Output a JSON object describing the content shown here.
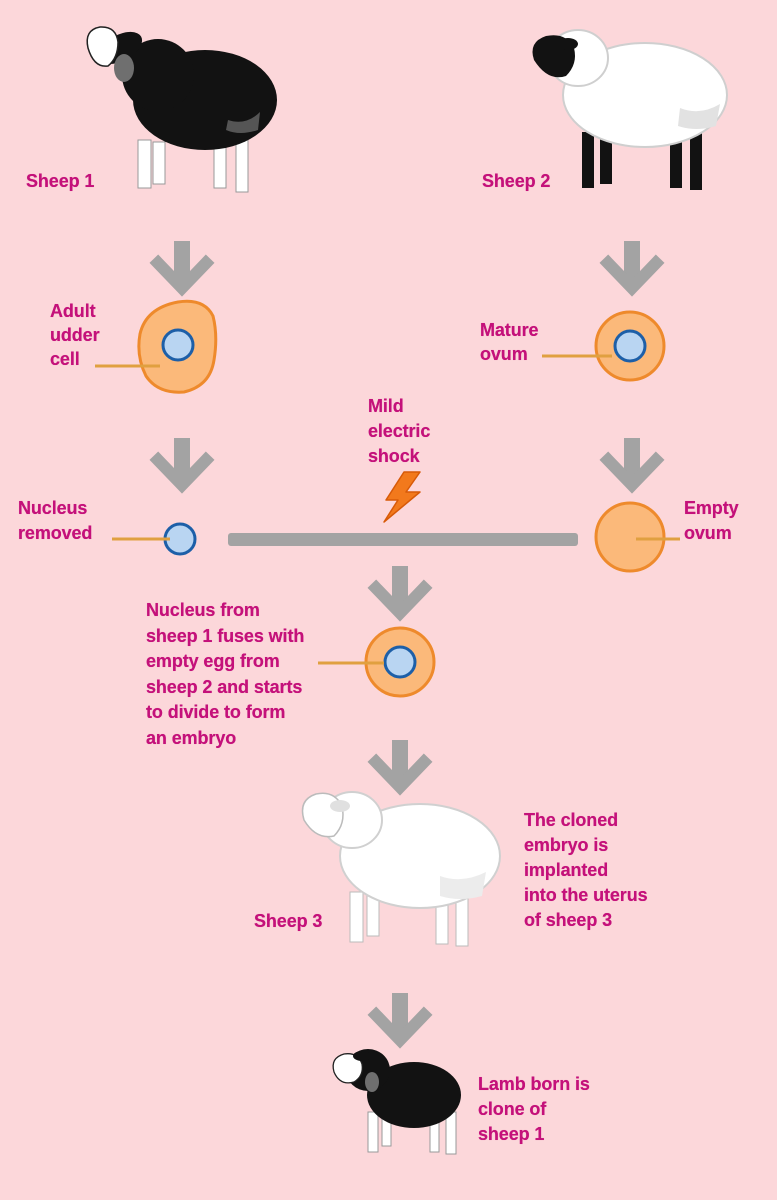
{
  "labels": {
    "sheep1": "Sheep 1",
    "sheep2": "Sheep 2",
    "adult_udder_cell": "Adult\nudder\ncell",
    "mature_ovum": "Mature\novum",
    "mild_electric_shock": "Mild\nelectric\nshock",
    "nucleus_removed": "Nucleus\nremoved",
    "empty_ovum": "Empty\novum",
    "fusion_step": "Nucleus from\nsheep 1 fuses with\nempty egg from\nsheep 2 and starts\nto divide to form\nan embryo",
    "implant_step": "The cloned\nembryo is\nimplanted\ninto the uterus\nof sheep 3",
    "sheep3": "Sheep 3",
    "lamb_clone": "Lamb born is\nclone of\nsheep 1"
  },
  "colors": {
    "background": "#fcd7da",
    "label_text": "#c4117a",
    "arrow": "#a3a3a3",
    "cell_fill": "#fbb97a",
    "cell_outline": "#ee8a2c",
    "nucleus_fill": "#b9d5f2",
    "nucleus_outline": "#1d5fa8",
    "leader_line": "#e0a040",
    "black_sheep": "#121212",
    "white_sheep": "#ffffff",
    "spark": "#f2791c"
  },
  "icons": {
    "sheep_1": "black-sheep-icon",
    "sheep_2": "white-sheep-black-face-icon",
    "sheep_3": "white-sheep-icon",
    "lamb": "black-lamb-icon",
    "shock": "lightning-bolt-icon"
  }
}
